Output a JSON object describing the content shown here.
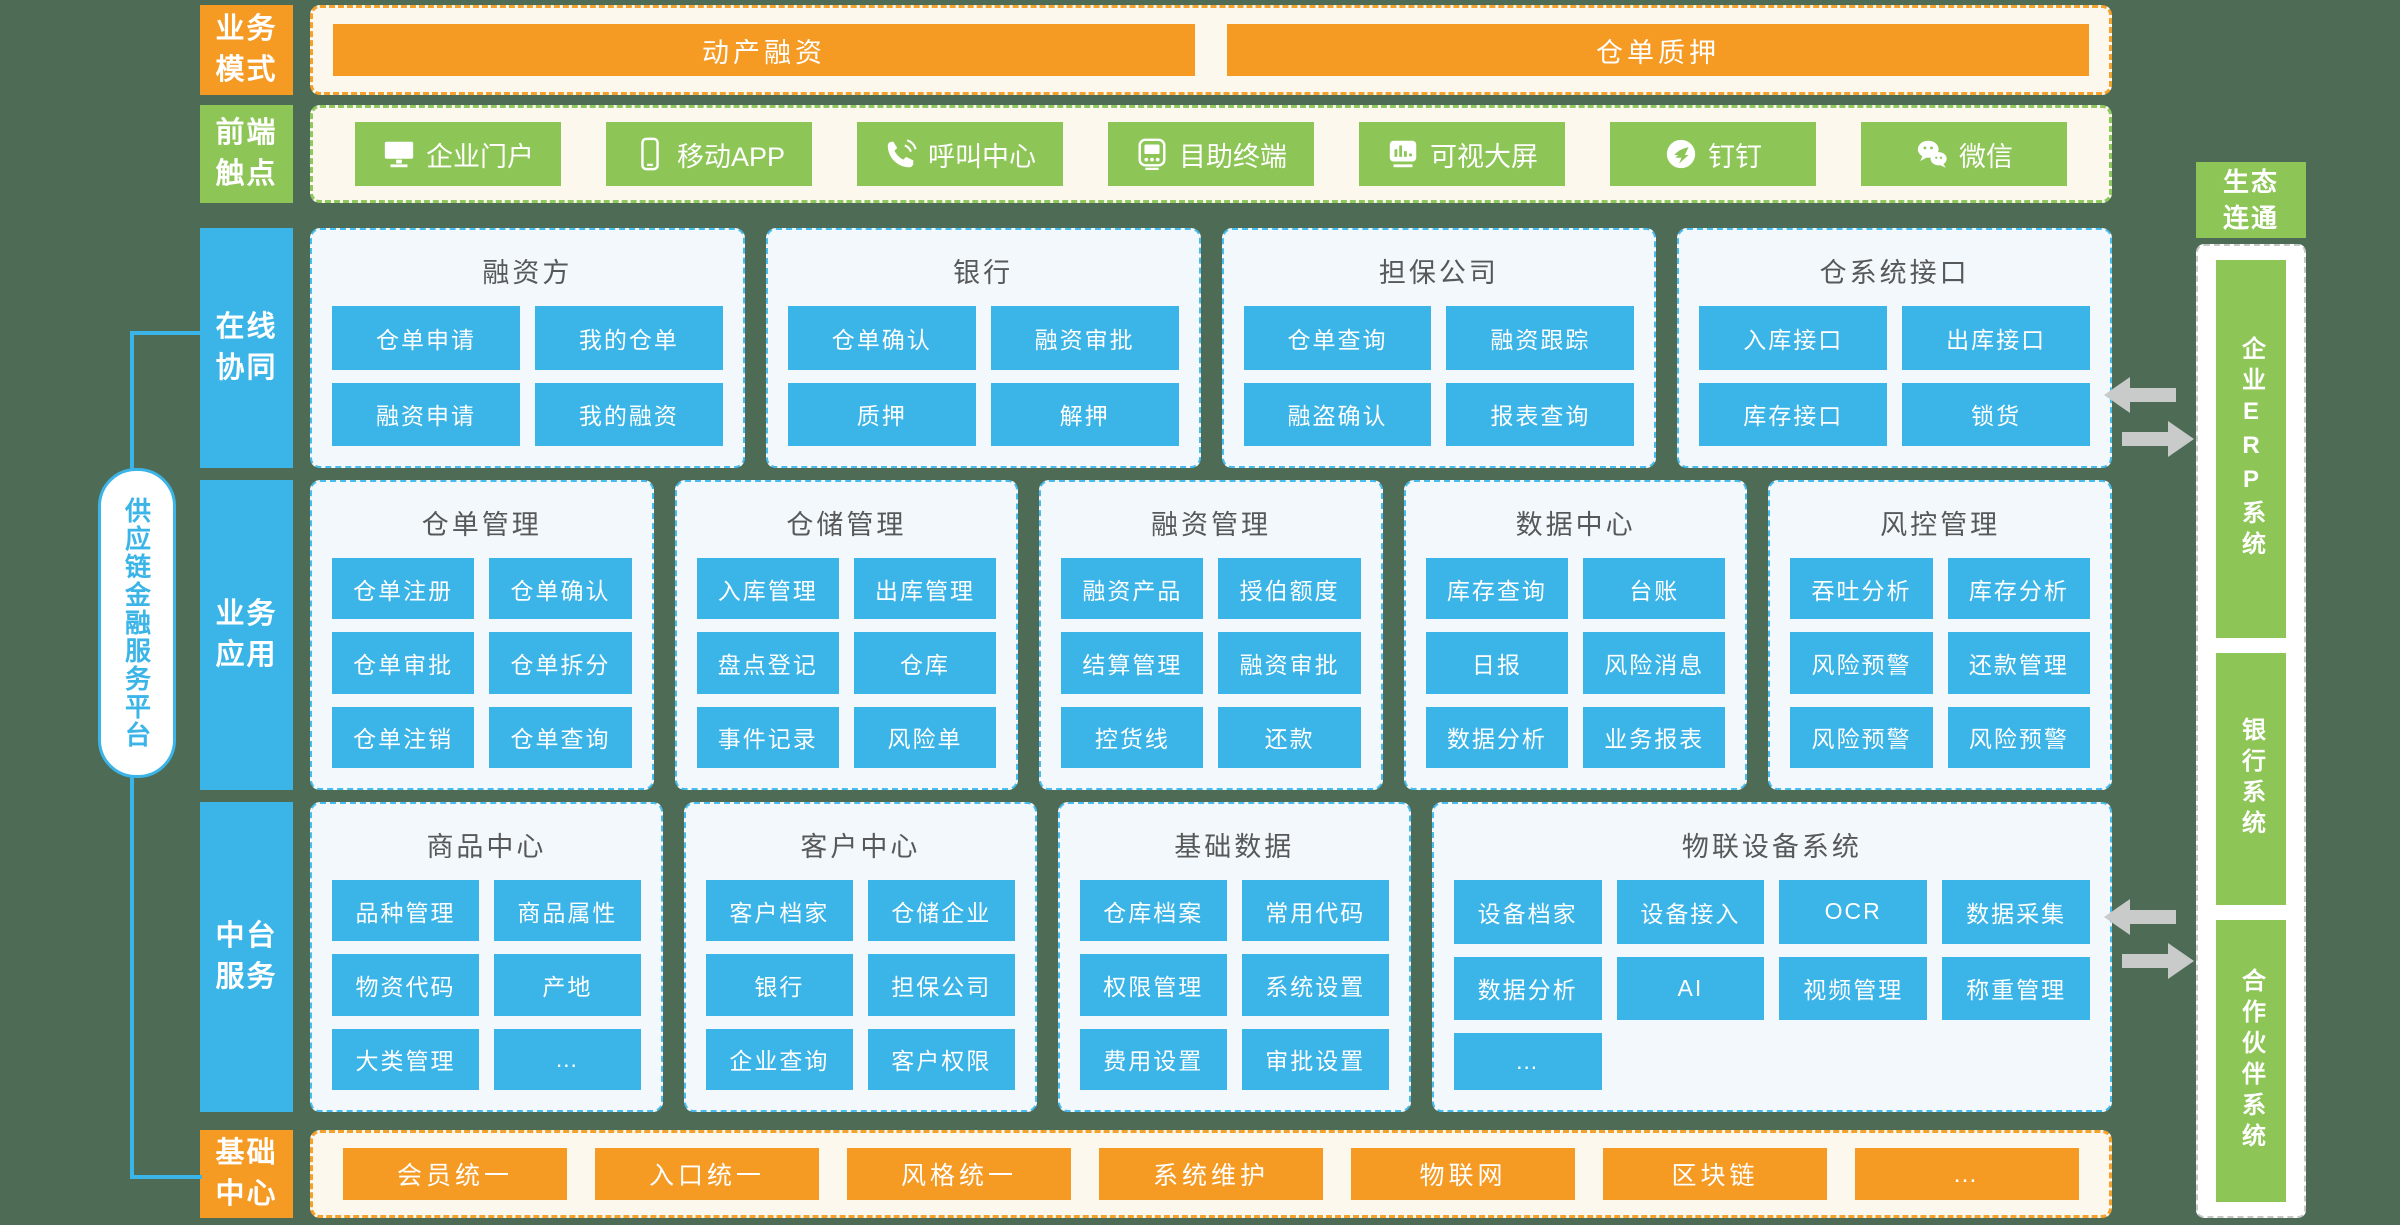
{
  "colors": {
    "background": "#4d6b55",
    "orange": "#f59a23",
    "green": "#8dc556",
    "blue": "#3bb4e8",
    "card_border_blue": "#47bcee",
    "card_background": "#f2f8fc",
    "container_background": "#fcf8ee",
    "arrow_gray": "#c9cbca"
  },
  "spine": {
    "title": "供应链金融服务平台"
  },
  "rows": {
    "business_mode": {
      "label": "业务模式",
      "buttons": [
        "动产融资",
        "仓单质押"
      ]
    },
    "front_touch": {
      "label": "前端触点",
      "items": [
        {
          "icon": "monitor-icon",
          "label": "企业门户"
        },
        {
          "icon": "smartphone-icon",
          "label": "移动APP"
        },
        {
          "icon": "phone-call-icon",
          "label": "呼叫中心"
        },
        {
          "icon": "kiosk-icon",
          "label": "目助终端"
        },
        {
          "icon": "screen-chart-icon",
          "label": "可视大屏"
        },
        {
          "icon": "dingtalk-icon",
          "label": "钉钉"
        },
        {
          "icon": "wechat-icon",
          "label": "微信"
        }
      ]
    },
    "online_collab": {
      "label": "在线协同",
      "cards": [
        {
          "title": "融资方",
          "buttons": [
            "仓单申请",
            "我的仓单",
            "融资申请",
            "我的融资"
          ]
        },
        {
          "title": "银行",
          "buttons": [
            "仓单确认",
            "融资审批",
            "质押",
            "解押"
          ]
        },
        {
          "title": "担保公司",
          "buttons": [
            "仓单查询",
            "融资跟踪",
            "融盗确认",
            "报表查询"
          ]
        },
        {
          "title": "仓系统接口",
          "buttons": [
            "入库接口",
            "出库接口",
            "库存接口",
            "锁货"
          ]
        }
      ]
    },
    "business_apps": {
      "label": "业务应用",
      "cards": [
        {
          "title": "仓单管理",
          "buttons": [
            "仓单注册",
            "仓单确认",
            "仓单审批",
            "仓单拆分",
            "仓单注销",
            "仓单查询"
          ]
        },
        {
          "title": "仓储管理",
          "buttons": [
            "入库管理",
            "出库管理",
            "盘点登记",
            "仓库",
            "事件记录",
            "风险单"
          ]
        },
        {
          "title": "融资管理",
          "buttons": [
            "融资产品",
            "授伯额度",
            "结算管理",
            "融资审批",
            "控货线",
            "还款"
          ]
        },
        {
          "title": "数据中心",
          "buttons": [
            "库存查询",
            "台账",
            "日报",
            "风险消息",
            "数据分析",
            "业务报表"
          ]
        },
        {
          "title": "风控管理",
          "buttons": [
            "吞吐分析",
            "库存分析",
            "风险预警",
            "还款管理",
            "风险预警",
            "风险预警"
          ]
        }
      ]
    },
    "mid_services": {
      "label": "中台服务",
      "cards": [
        {
          "title": "商品中心",
          "buttons": [
            "品种管理",
            "商品属性",
            "物资代码",
            "产地",
            "大类管理",
            "…"
          ]
        },
        {
          "title": "客户中心",
          "buttons": [
            "客户档家",
            "仓储企业",
            "银行",
            "担保公司",
            "企业查询",
            "客户权限"
          ]
        },
        {
          "title": "基础数据",
          "buttons": [
            "仓库档案",
            "常用代码",
            "权限管理",
            "系统设置",
            "费用设置",
            "审批设置"
          ]
        },
        {
          "title": "物联设备系统",
          "buttons": [
            "设备档家",
            "设备接入",
            "OCR",
            "数据采集",
            "数据分析",
            "AI",
            "视频管理",
            "称重管理",
            "…"
          ]
        }
      ]
    },
    "base_center": {
      "label": "基础中心",
      "buttons": [
        "会员统一",
        "入口统一",
        "风格统一",
        "系统维护",
        "物联网",
        "区块链",
        "…"
      ]
    }
  },
  "eco": {
    "label": "生态连通",
    "systems": [
      "企业ERP系统",
      "银行系统",
      "合作伙伴系统"
    ]
  }
}
